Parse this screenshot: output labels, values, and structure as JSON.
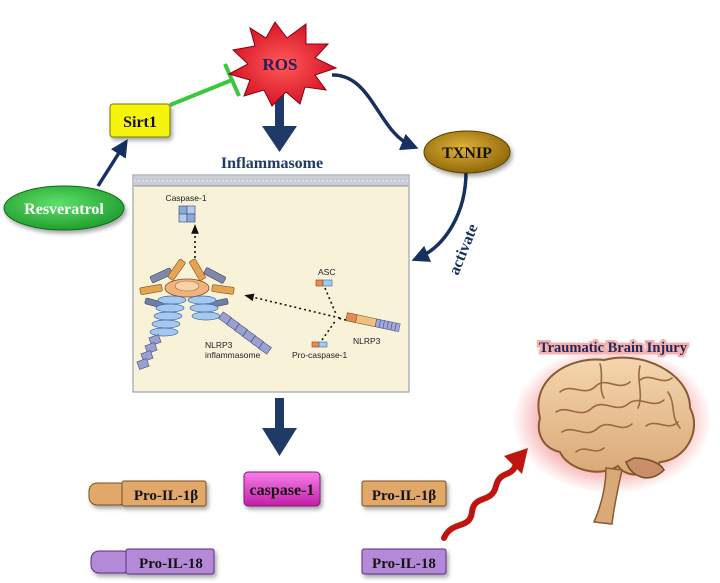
{
  "nodes": {
    "ros": "ROS",
    "sirt1": "Sirt1",
    "txnip": "TXNIP",
    "resveratrol": "Resveratrol",
    "caspase1_product": "caspase-1"
  },
  "edges": {
    "txnip_to_inflammasome": "activate"
  },
  "inflammasome": {
    "title": "Inflammasome",
    "caspase1": "Caspase-1",
    "asc": "ASC",
    "nlrp3": "NLRP3",
    "pro_caspase1": "Pro-caspase-1",
    "nlrp3_inflammasome_line1": "NLRP3",
    "nlrp3_inflammasome_line2": "inflammasome"
  },
  "cytokines": {
    "pro_il1b_left": "Pro-IL-1β",
    "pro_il1b_right": "Pro-IL-1β",
    "pro_il18_left": "Pro-IL-18",
    "pro_il18_right": "Pro-IL-18"
  },
  "brain": {
    "title": "Traumatic Brain Injury"
  },
  "colors": {
    "ros_fill": "#e8172a",
    "sirt1_fill": "#f4f40c",
    "txnip_fill": "#b8860b",
    "resveratrol_fill": "#2fbf3f",
    "caspase_fill": "#ea3fd3",
    "il1b_fill": "#e2a86a",
    "il18_fill": "#b48ad8",
    "arrow_navy": "#16305f",
    "inhibit_green": "#3cc83c",
    "brain_glow": "#ee4b4b",
    "squiggle_red": "#c0140e",
    "panel_fill": "#f8f2d8"
  }
}
